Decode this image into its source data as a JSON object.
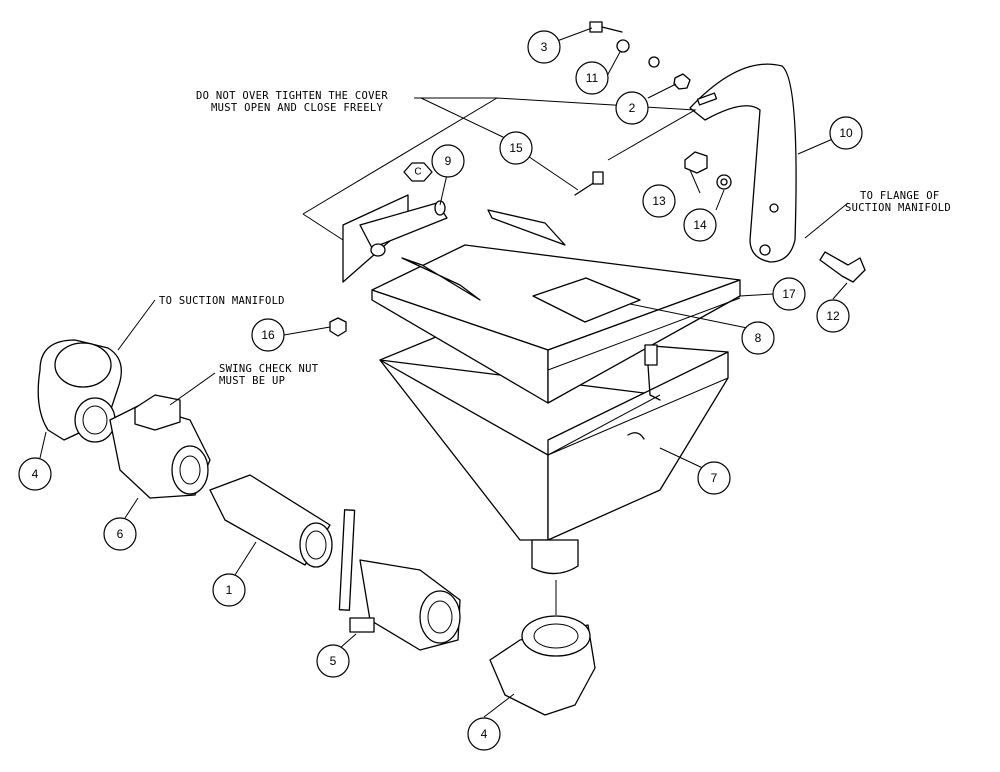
{
  "notes": {
    "cover_line1": "DO NOT OVER TIGHTEN THE COVER",
    "cover_line2": "MUST OPEN AND CLOSE FREELY",
    "suction_manifold": "TO SUCTION MANIFOLD",
    "check_nut_line1": "SWING CHECK NUT",
    "check_nut_line2": "MUST BE UP",
    "flange_line1": "TO FLANGE OF",
    "flange_line2": "SUCTION MANIFOLD",
    "hex_marker": "C"
  },
  "balloons": {
    "b1": "1",
    "b2": "2",
    "b3": "3",
    "b4a": "4",
    "b4b": "4",
    "b5": "5",
    "b6": "6",
    "b7": "7",
    "b8": "8",
    "b9": "9",
    "b10": "10",
    "b11": "11",
    "b12": "12",
    "b13": "13",
    "b14": "14",
    "b15": "15",
    "b16": "16",
    "b17": "17"
  }
}
